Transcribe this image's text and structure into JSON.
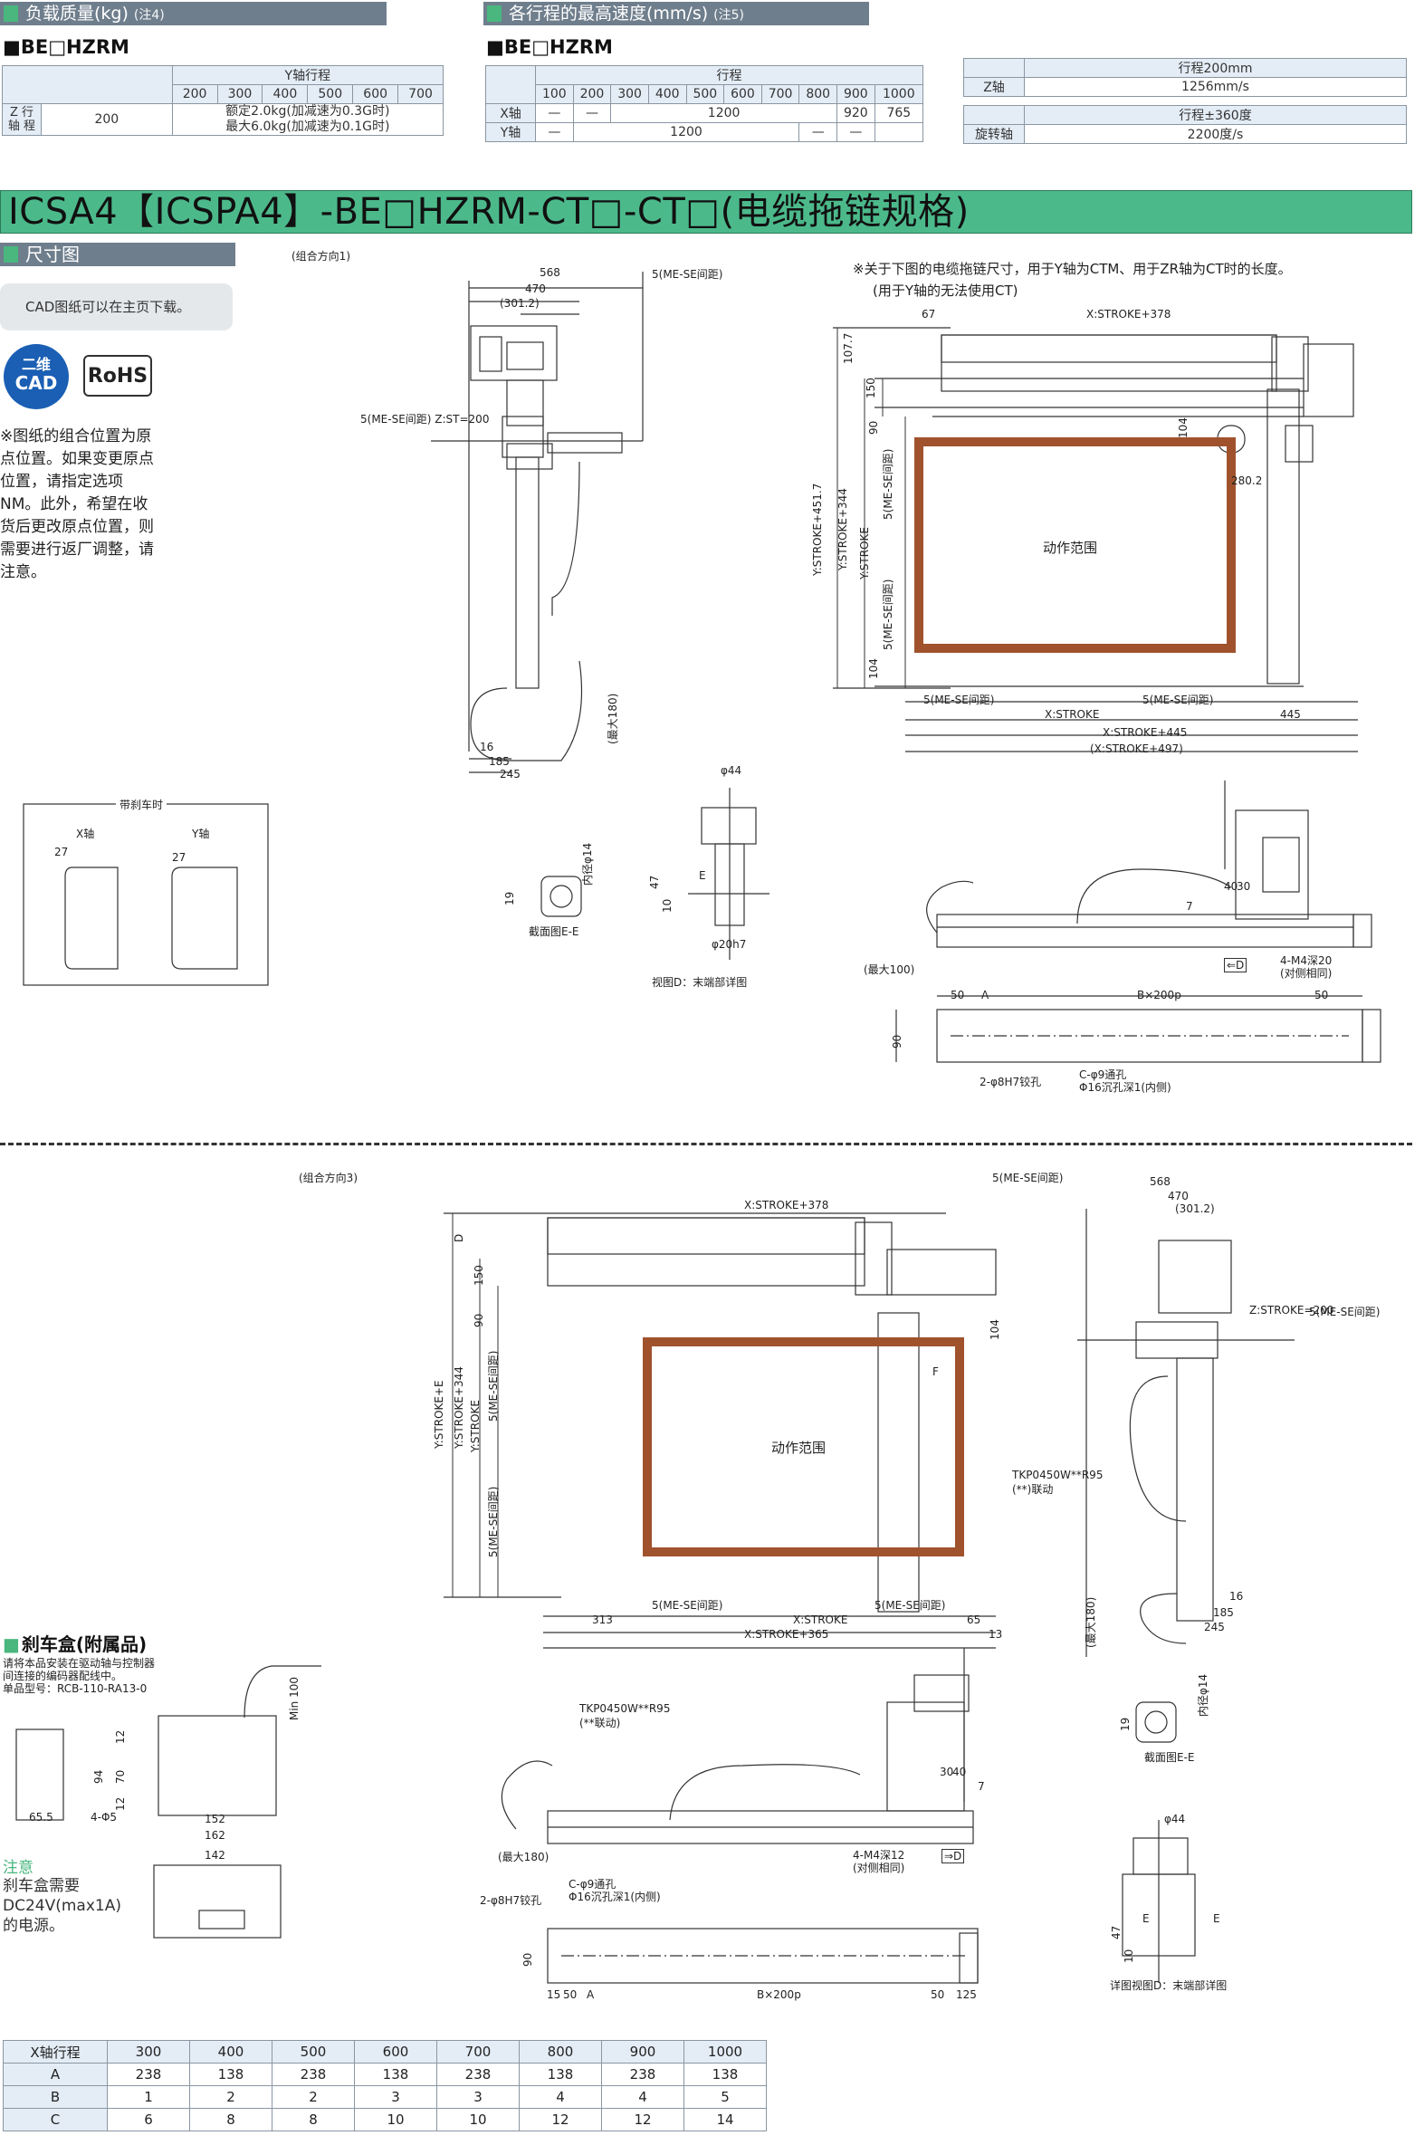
{
  "top": {
    "payload": {
      "header": "负载质量(kg)",
      "note": "(注4)",
      "model": "■BE□HZRM",
      "y_stroke_label": "Y轴行程",
      "y_strokes": [
        "200",
        "300",
        "400",
        "500",
        "600",
        "700"
      ],
      "z_axis_label": "Z 行\n轴 程",
      "z_axis_label1": "Z 行",
      "z_axis_label2": "轴 程",
      "z_stroke": "200",
      "rated": "额定2.0kg(加减速为0.3G时)",
      "max": "最大6.0kg(加减速为0.1G时)"
    },
    "speed": {
      "header": "各行程的最高速度(mm/s)",
      "note": "(注5)",
      "model": "■BE□HZRM",
      "stroke_label": "行程",
      "strokes": [
        "100",
        "200",
        "300",
        "400",
        "500",
        "600",
        "700",
        "800",
        "900",
        "1000"
      ],
      "x_axis": "X轴",
      "x_dash1": "—",
      "x_dash2": "—",
      "x_1200": "1200",
      "x_920": "920",
      "x_765": "765",
      "y_axis": "Y轴",
      "y_dash1": "—",
      "y_1200": "1200",
      "y_dash2": "—",
      "y_dash3": "—"
    },
    "zr": {
      "stroke200": "行程200mm",
      "z_axis": "Z轴",
      "z_speed": "1256mm/s",
      "stroke360": "行程±360度",
      "rot_axis": "旋转轴",
      "rot_speed": "2200度/s"
    }
  },
  "banner": "ICSA4【ICSPA4】-BE□HZRM-CT□-CT□(电缆拖链规格)",
  "dims_header": "尺寸图",
  "cad_text": "CAD图纸可以在主页下载。",
  "cad_logo_line1": "二维",
  "cad_logo_line2": "CAD",
  "rohs": "RoHS",
  "left_note": "※图纸的组合位置为原点位置。如果变更原点位置，请指定选项NM。此外，希望在收货后更改原点位置，则需要进行返厂调整，请注意。",
  "drawing1": {
    "dir": "(组合方向1)",
    "d568": "568",
    "me_se": "5(ME-SE间距)",
    "d470": "470",
    "d301": "(301.2)",
    "zst": "5(ME-SE间距) Z:ST=200",
    "d16": "16",
    "d185": "185",
    "d245": "245",
    "max180": "(最大180)"
  },
  "brake_detail": {
    "title": "带刹车时",
    "x_axis": "X轴",
    "y_axis": "Y轴",
    "x27": "27",
    "y27": "27"
  },
  "section_ee1": {
    "inner14": "内径φ14",
    "d19": "19",
    "caption": "截面图E-E"
  },
  "view_d1": {
    "phi44": "φ44",
    "d47": "47",
    "d10": "10",
    "e": "E",
    "phi20": "φ20h7",
    "caption": "视图D：末端部详图"
  },
  "plan1": {
    "note1": "※关于下图的电缆拖链尺寸，用于Y轴为CTM、用于ZR轴为CT时的长度。",
    "note2": "(用于Y轴的无法使用CT)",
    "d67": "67",
    "xst378": "X:STROKE+378",
    "d107": "107.7",
    "d150": "150",
    "d90": "90",
    "d104": "104",
    "d280": "280.2",
    "yst451": "Y:STROKE+451.7",
    "yst344": "Y:STROKE+344",
    "yst": "Y:STROKE",
    "me_se": "5(ME-SE间距)",
    "range": "动作范围",
    "d104b": "104",
    "xst": "X:STROKE",
    "d445": "445",
    "xst445": "X:STROKE+445",
    "xst497": "(X:STROKE+497)"
  },
  "side1": {
    "d40": "40",
    "d30": "30",
    "d7": "7",
    "m4": "4-M4深20",
    "m4b": "(对侧相同)",
    "d_arrow": "⇐D",
    "max100": "(最大100)",
    "d50a": "50",
    "a": "A",
    "bx200": "B×200p",
    "d50b": "50",
    "d90": "90",
    "pin": "2-φ8H7铰孔",
    "hole": "C-φ9通孔",
    "hole2": "Φ16沉孔深1(内侧)"
  },
  "drawing3": {
    "dir": "(组合方向3)",
    "me_se": "5(ME-SE间距)",
    "d568": "568",
    "d470": "470",
    "d301": "(301.2)",
    "xst378": "X:STROKE+378",
    "d_label": "D",
    "d150": "150",
    "d90": "90",
    "d104": "104",
    "f": "F",
    "zst": "Z:STROKE=200",
    "me_se2": "5(ME-SE间距)",
    "yste": "Y:STROKE+E",
    "yst344": "Y:STROKE+344",
    "yst": "Y:STROKE",
    "range": "动作范围",
    "tkp": "TKP0450W**R95",
    "tkp2": "(**)联动",
    "d313": "313",
    "xst": "X:STROKE",
    "xst365": "X:STROKE+365",
    "d65": "65",
    "d13": "13",
    "d16": "16",
    "d185": "185",
    "d245": "245",
    "max180": "(最大180)"
  },
  "brake_box": {
    "title": "刹车盒(附属品)",
    "desc1": "请将本品安装在驱动轴与控制器",
    "desc2": "间连接的编码器配线中。",
    "model": "单品型号：RCB-110-RA13-0",
    "min100": "Min 100",
    "d94": "94",
    "d70": "70",
    "d12a": "12",
    "d12b": "12",
    "d655": "65.5",
    "holes": "4-Φ5",
    "d152": "152",
    "d162": "162",
    "d142": "142",
    "note_hdr": "注意",
    "note": "刹车盒需要DC24V(max1A)的电源。",
    "note1": "刹车盒需要",
    "note2": "DC24V(max1A)",
    "note3": "的电源。"
  },
  "side3": {
    "tkp": "TKP0450W**R95",
    "tkp2": "(**联动)",
    "d30": "30",
    "d40": "40",
    "d7": "7",
    "max180": "(最大180)",
    "m4": "4-M4深12",
    "m4b": "(对侧相同)",
    "d_arrow": "⇒D",
    "hole": "C-φ9通孔",
    "hole2": "Φ16沉孔深1(内侧)",
    "pin": "2-φ8H7铰孔",
    "d90": "90",
    "d15": "15",
    "d50a": "50",
    "a": "A",
    "bx200": "B×200p",
    "d50b": "50",
    "d125": "125"
  },
  "section_ee3": {
    "inner14": "内径φ14",
    "d19": "19",
    "caption": "截面图E-E"
  },
  "view_d3": {
    "phi44": "φ44",
    "e1": "E",
    "e2": "E",
    "d47": "47",
    "d10": "10",
    "caption": "详图视图D：末端部详图"
  },
  "bottom_table": {
    "header": [
      "X轴行程",
      "300",
      "400",
      "500",
      "600",
      "700",
      "800",
      "900",
      "1000"
    ],
    "rows": [
      [
        "A",
        "238",
        "138",
        "238",
        "138",
        "238",
        "138",
        "238",
        "138"
      ],
      [
        "B",
        "1",
        "2",
        "2",
        "3",
        "3",
        "4",
        "4",
        "5"
      ],
      [
        "C",
        "6",
        "8",
        "8",
        "10",
        "10",
        "12",
        "12",
        "14"
      ]
    ]
  },
  "colors": {
    "accent_green": "#4cb98b",
    "header_gray": "#6f7e8c",
    "range_brown": "#a0522d"
  }
}
